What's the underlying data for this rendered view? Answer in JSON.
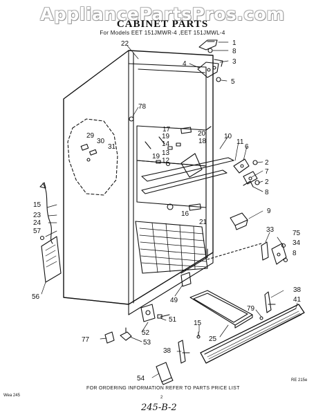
{
  "header": {
    "watermark": "AppliancePartsPros.com",
    "title": "CABINET PARTS",
    "models": "For Models EET 151JMWR-4 ,EET 151JMWL-4"
  },
  "callouts": [
    "22",
    "1",
    "8",
    "3",
    "4",
    "5",
    "78",
    "17",
    "20",
    "10",
    "11",
    "6",
    "2",
    "7",
    "2",
    "8",
    "29",
    "30",
    "31",
    "19",
    "18",
    "14",
    "13",
    "12",
    "19",
    "16",
    "21",
    "9",
    "15",
    "23",
    "24",
    "57",
    "33",
    "75",
    "34",
    "8",
    "56",
    "49",
    "38",
    "41",
    "51",
    "79",
    "15",
    "25",
    "77",
    "52",
    "53",
    "38",
    "54"
  ],
  "footer": {
    "ordering_note": "FOR ORDERING INFORMATION REFER TO PARTS PRICE LIST",
    "code_left": "Wea 245",
    "code_right": "RE 215e",
    "page_number": "2",
    "handwritten": "245-B-2"
  }
}
